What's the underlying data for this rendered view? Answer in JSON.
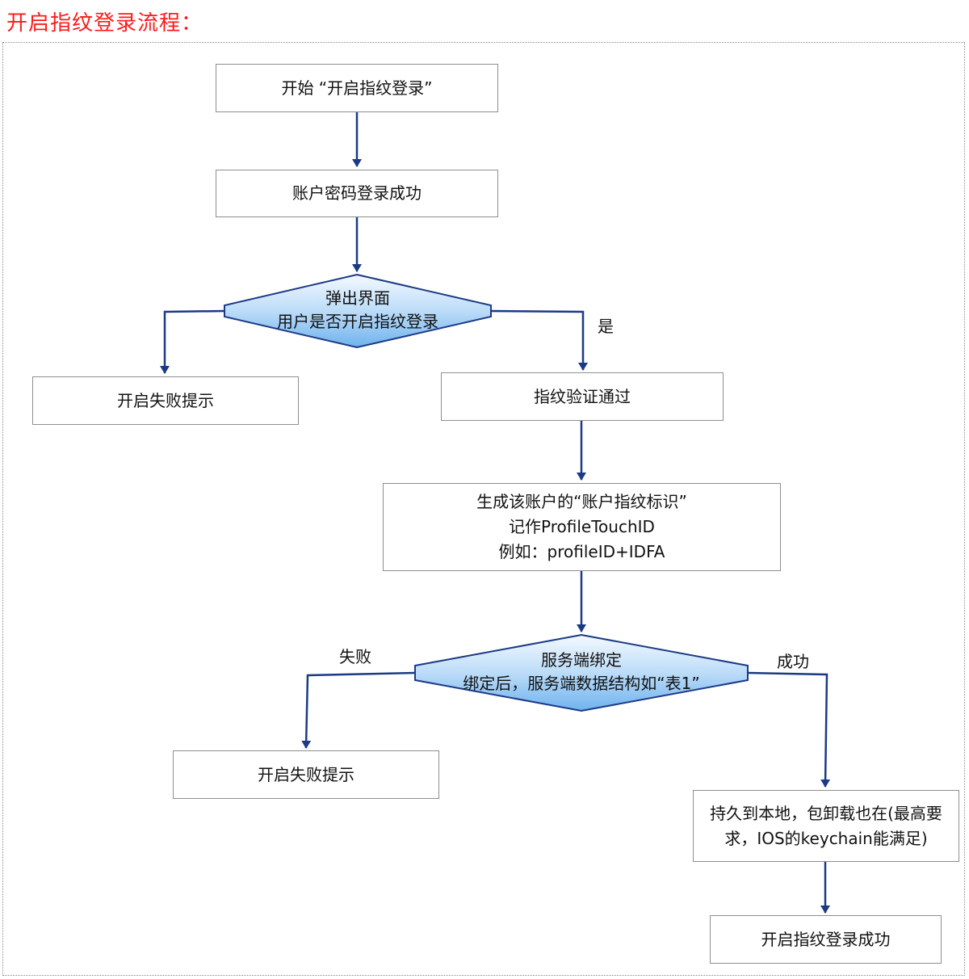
{
  "title": "开启指纹登录流程：",
  "colors": {
    "title": "#ff1a1a",
    "arrow": "#1b3a86",
    "decision_fill_top": "#f2f8ff",
    "decision_fill_bottom": "#7fbcf0"
  },
  "nodes": {
    "start": "开始 “开启指纹登录”",
    "login_success": "账户密码登录成功",
    "popup_line1": "弹出界面",
    "popup_line2": "用户是否开启指纹登录",
    "fail_tip_1": "开启失败提示",
    "fp_verified": "指纹验证通过",
    "gen_line1": "生成该账户的“账户指纹标识”",
    "gen_line2": "记作ProfileTouchID",
    "gen_line3": "例如：profileID+IDFA",
    "bind_line1": "服务端绑定",
    "bind_line2": "绑定后，服务端数据结构如“表1”",
    "fail_tip_2": "开启失败提示",
    "persist_line1": "持久到本地，包卸载也在(最高要",
    "persist_line2": "求，IOS的keychain能满足)",
    "enable_success": "开启指纹登录成功"
  },
  "labels": {
    "yes": "是",
    "fail": "失败",
    "success": "成功"
  }
}
